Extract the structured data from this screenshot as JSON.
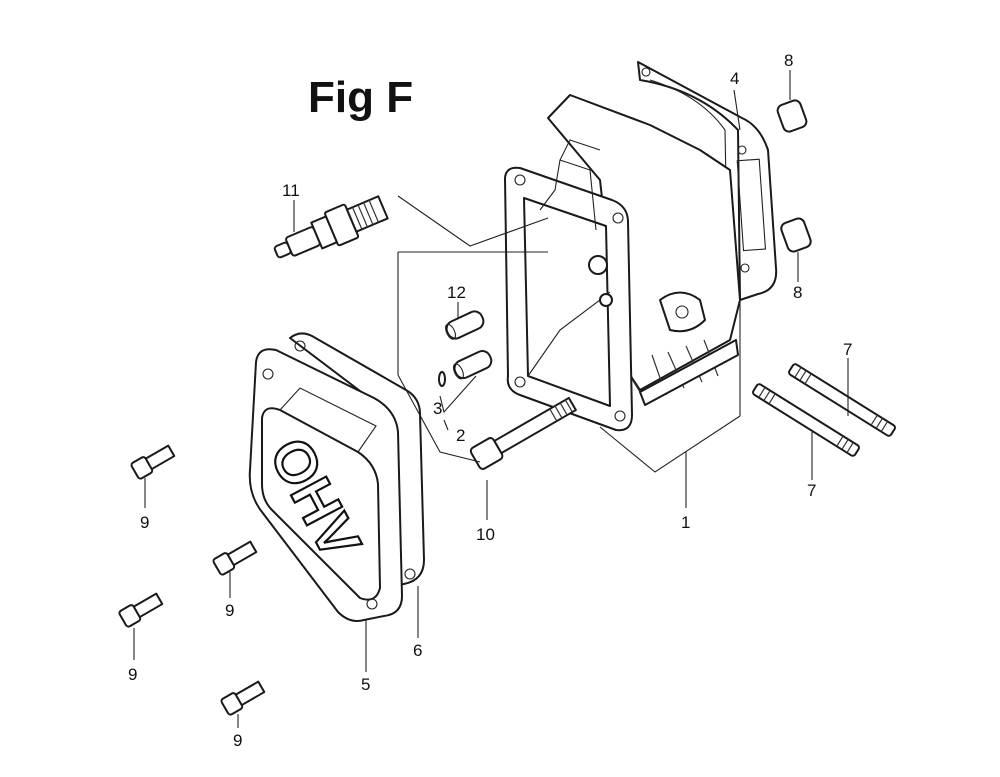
{
  "figure": {
    "title": "Fig F",
    "logo_text": "OHV"
  },
  "callouts": [
    {
      "id": "c1",
      "label": "1"
    },
    {
      "id": "c2",
      "label": "2"
    },
    {
      "id": "c3",
      "label": "3"
    },
    {
      "id": "c4",
      "label": "4"
    },
    {
      "id": "c5",
      "label": "5"
    },
    {
      "id": "c6",
      "label": "6"
    },
    {
      "id": "c7a",
      "label": "7"
    },
    {
      "id": "c7b",
      "label": "7"
    },
    {
      "id": "c8a",
      "label": "8"
    },
    {
      "id": "c8b",
      "label": "8"
    },
    {
      "id": "c9a",
      "label": "9"
    },
    {
      "id": "c9b",
      "label": "9"
    },
    {
      "id": "c9c",
      "label": "9"
    },
    {
      "id": "c9d",
      "label": "9"
    },
    {
      "id": "c10",
      "label": "10"
    },
    {
      "id": "c11",
      "label": "11"
    },
    {
      "id": "c12",
      "label": "12"
    }
  ]
}
